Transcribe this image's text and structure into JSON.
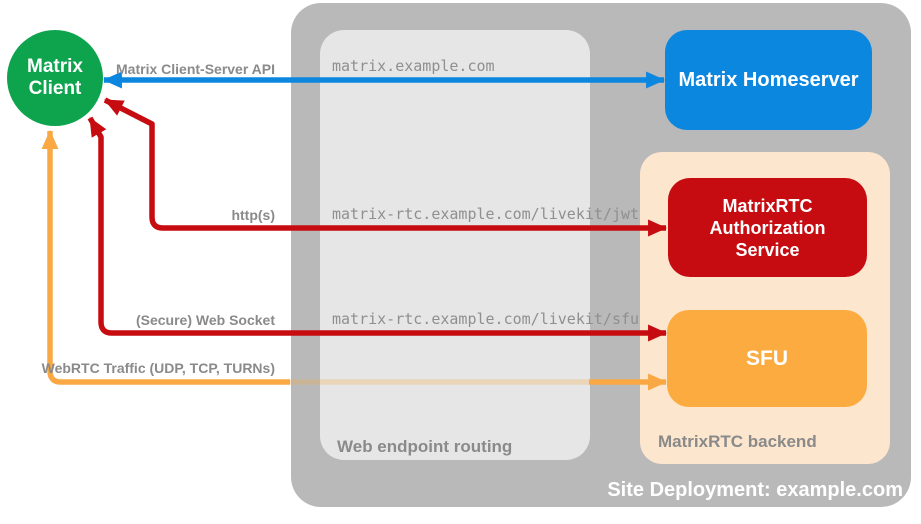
{
  "client": {
    "lines": [
      "Matrix",
      "Client"
    ]
  },
  "homeserver": {
    "label": "Matrix Homeserver"
  },
  "routing": {
    "title": "Web endpoint routing",
    "endpoints": [
      "matrix.example.com",
      "matrix-rtc.example.com/livekit/jwt",
      "matrix-rtc.example.com/livekit/sfu"
    ]
  },
  "backend": {
    "title": "MatrixRTC backend",
    "auth_service": {
      "lines": [
        "MatrixRTC",
        "Authorization",
        "Service"
      ]
    },
    "sfu": {
      "label": "SFU"
    }
  },
  "deployment": {
    "label": "Site Deployment: example.com"
  },
  "arrows": {
    "client_server_api": {
      "label": "Matrix Client-Server API",
      "color": "#0b87e0",
      "style": "double-headed"
    },
    "https": {
      "label": "http(s)",
      "color": "#c60c11",
      "style": "double-headed"
    },
    "websocket": {
      "label": "(Secure) Web Socket",
      "color": "#c60c11",
      "style": "double-headed"
    },
    "webrtc": {
      "label": "WebRTC Traffic (UDP, TCP, TURNs)",
      "color": "#f9a843",
      "style": "double-headed, faded behind routing box"
    }
  },
  "colors": {
    "client_green": "#0ea44e",
    "homeserver_blue": "#0b87e0",
    "auth_red": "#c60c11",
    "sfu_orange": "#fcab41",
    "arrow_orange": "#f9a843",
    "backend_peach": "#fce6cd",
    "site_gray": "#b9b9b9",
    "routing_gray": "#e6e6e6",
    "label_gray": "#8a8a8a",
    "url_gray": "#8f8f8f"
  }
}
